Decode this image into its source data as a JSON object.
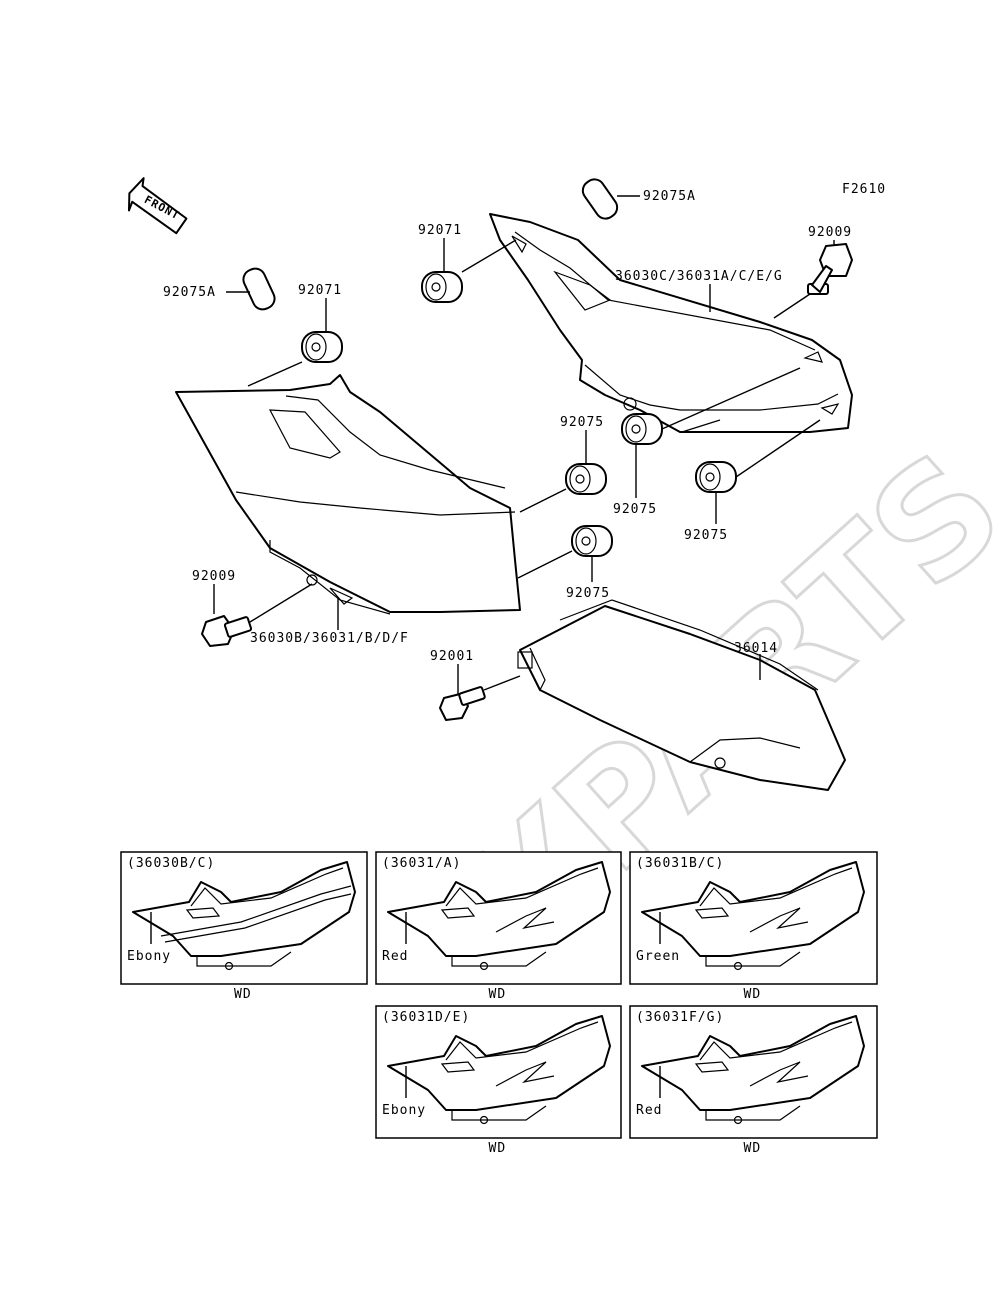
{
  "figure_code": "F2610",
  "front_marker": "FRONT",
  "watermark": "XPARTS",
  "callouts": {
    "c92075A_top": "92075A",
    "c92075A_left": "92075A",
    "c92071_top": "92071",
    "c92071_left": "92071",
    "c92009_right": "92009",
    "c92009_left": "92009",
    "c36030C": "36030C/36031A/C/E/G",
    "c36030B": "36030B/36031/B/D/F",
    "c92075_a": "92075",
    "c92075_b": "92075",
    "c92075_c": "92075",
    "c92075_d": "92075",
    "c92001": "92001",
    "c36014": "36014"
  },
  "variants": [
    {
      "title": "(36030B/C)",
      "color": "Ebony",
      "note": "WD"
    },
    {
      "title": "(36031/A)",
      "color": "Red",
      "note": "WD"
    },
    {
      "title": "(36031B/C)",
      "color": "Green",
      "note": "WD"
    },
    {
      "title": "(36031D/E)",
      "color": "Ebony",
      "note": "WD"
    },
    {
      "title": "(36031F/G)",
      "color": "Red",
      "note": "WD"
    }
  ]
}
